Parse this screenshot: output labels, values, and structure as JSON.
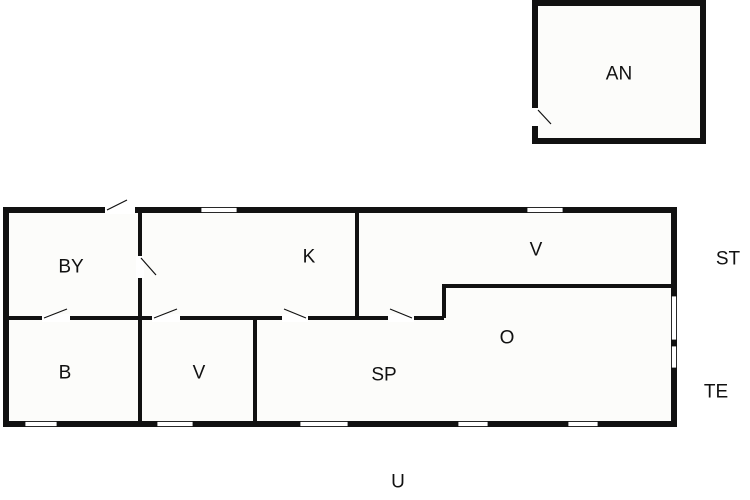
{
  "colors": {
    "wall": "#111111",
    "floor": "#fcfcfa",
    "background": "#ffffff",
    "window": "#ffffff"
  },
  "rooms": {
    "annex": "AN",
    "utility": "BY",
    "kitchen": "K",
    "living_top": "V",
    "bath": "B",
    "living_small": "V",
    "dining": "SP",
    "open_area": "O"
  },
  "outside_labels": {
    "north_side": "ST",
    "terrace": "TE",
    "south_side": "U"
  }
}
